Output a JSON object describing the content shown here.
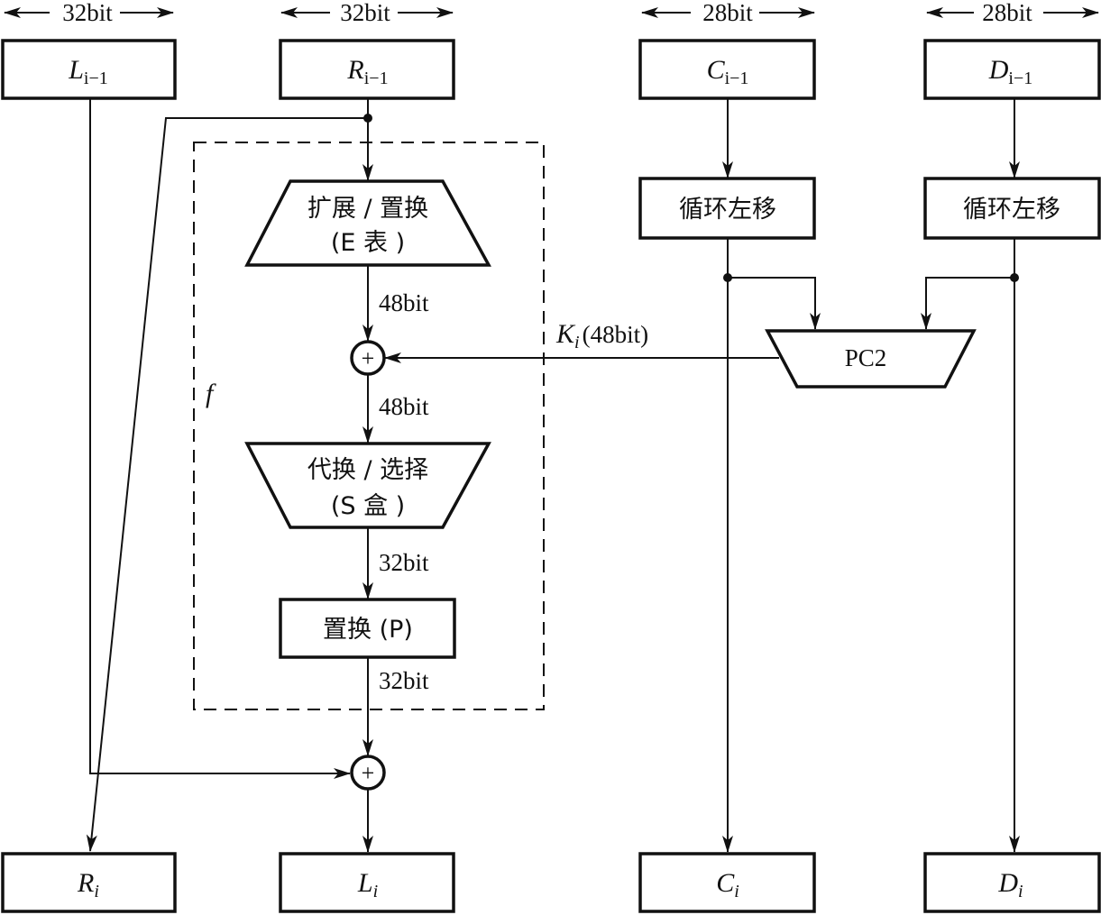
{
  "diagram": {
    "title": "DES round function structure",
    "width_labels": {
      "left": "32bit",
      "right_half": "32bit",
      "c_key": "28bit",
      "d_key": "28bit"
    },
    "registers": {
      "l_prev": {
        "base": "L",
        "sub": "i−1"
      },
      "r_prev": {
        "base": "R",
        "sub": "i−1"
      },
      "c_prev": {
        "base": "C",
        "sub": "i−1"
      },
      "d_prev": {
        "base": "D",
        "sub": "i−1"
      },
      "r_next": {
        "base": "R",
        "sub": "i"
      },
      "l_next": {
        "base": "L",
        "sub": "i"
      },
      "c_next": {
        "base": "C",
        "sub": "i"
      },
      "d_next": {
        "base": "D",
        "sub": "i"
      }
    },
    "f_function": {
      "label": "f",
      "expansion": {
        "line1": "扩展 / 置换",
        "line2": "(E 表 )"
      },
      "sbox": {
        "line1": "代换 / 选择",
        "line2": "(S 盒 )"
      },
      "permutation": "置换 (P)",
      "xor_symbol": "+",
      "bit_labels": {
        "after_expansion": "48bit",
        "after_xor": "48bit",
        "after_sbox": "32bit",
        "after_perm": "32bit"
      }
    },
    "key_schedule": {
      "shift_c": "循环左移",
      "shift_d": "循环左移",
      "pc2": "PC2",
      "subkey": {
        "base": "K",
        "sub": "i",
        "suffix": "(48bit)"
      }
    },
    "final_xor_symbol": "+"
  }
}
